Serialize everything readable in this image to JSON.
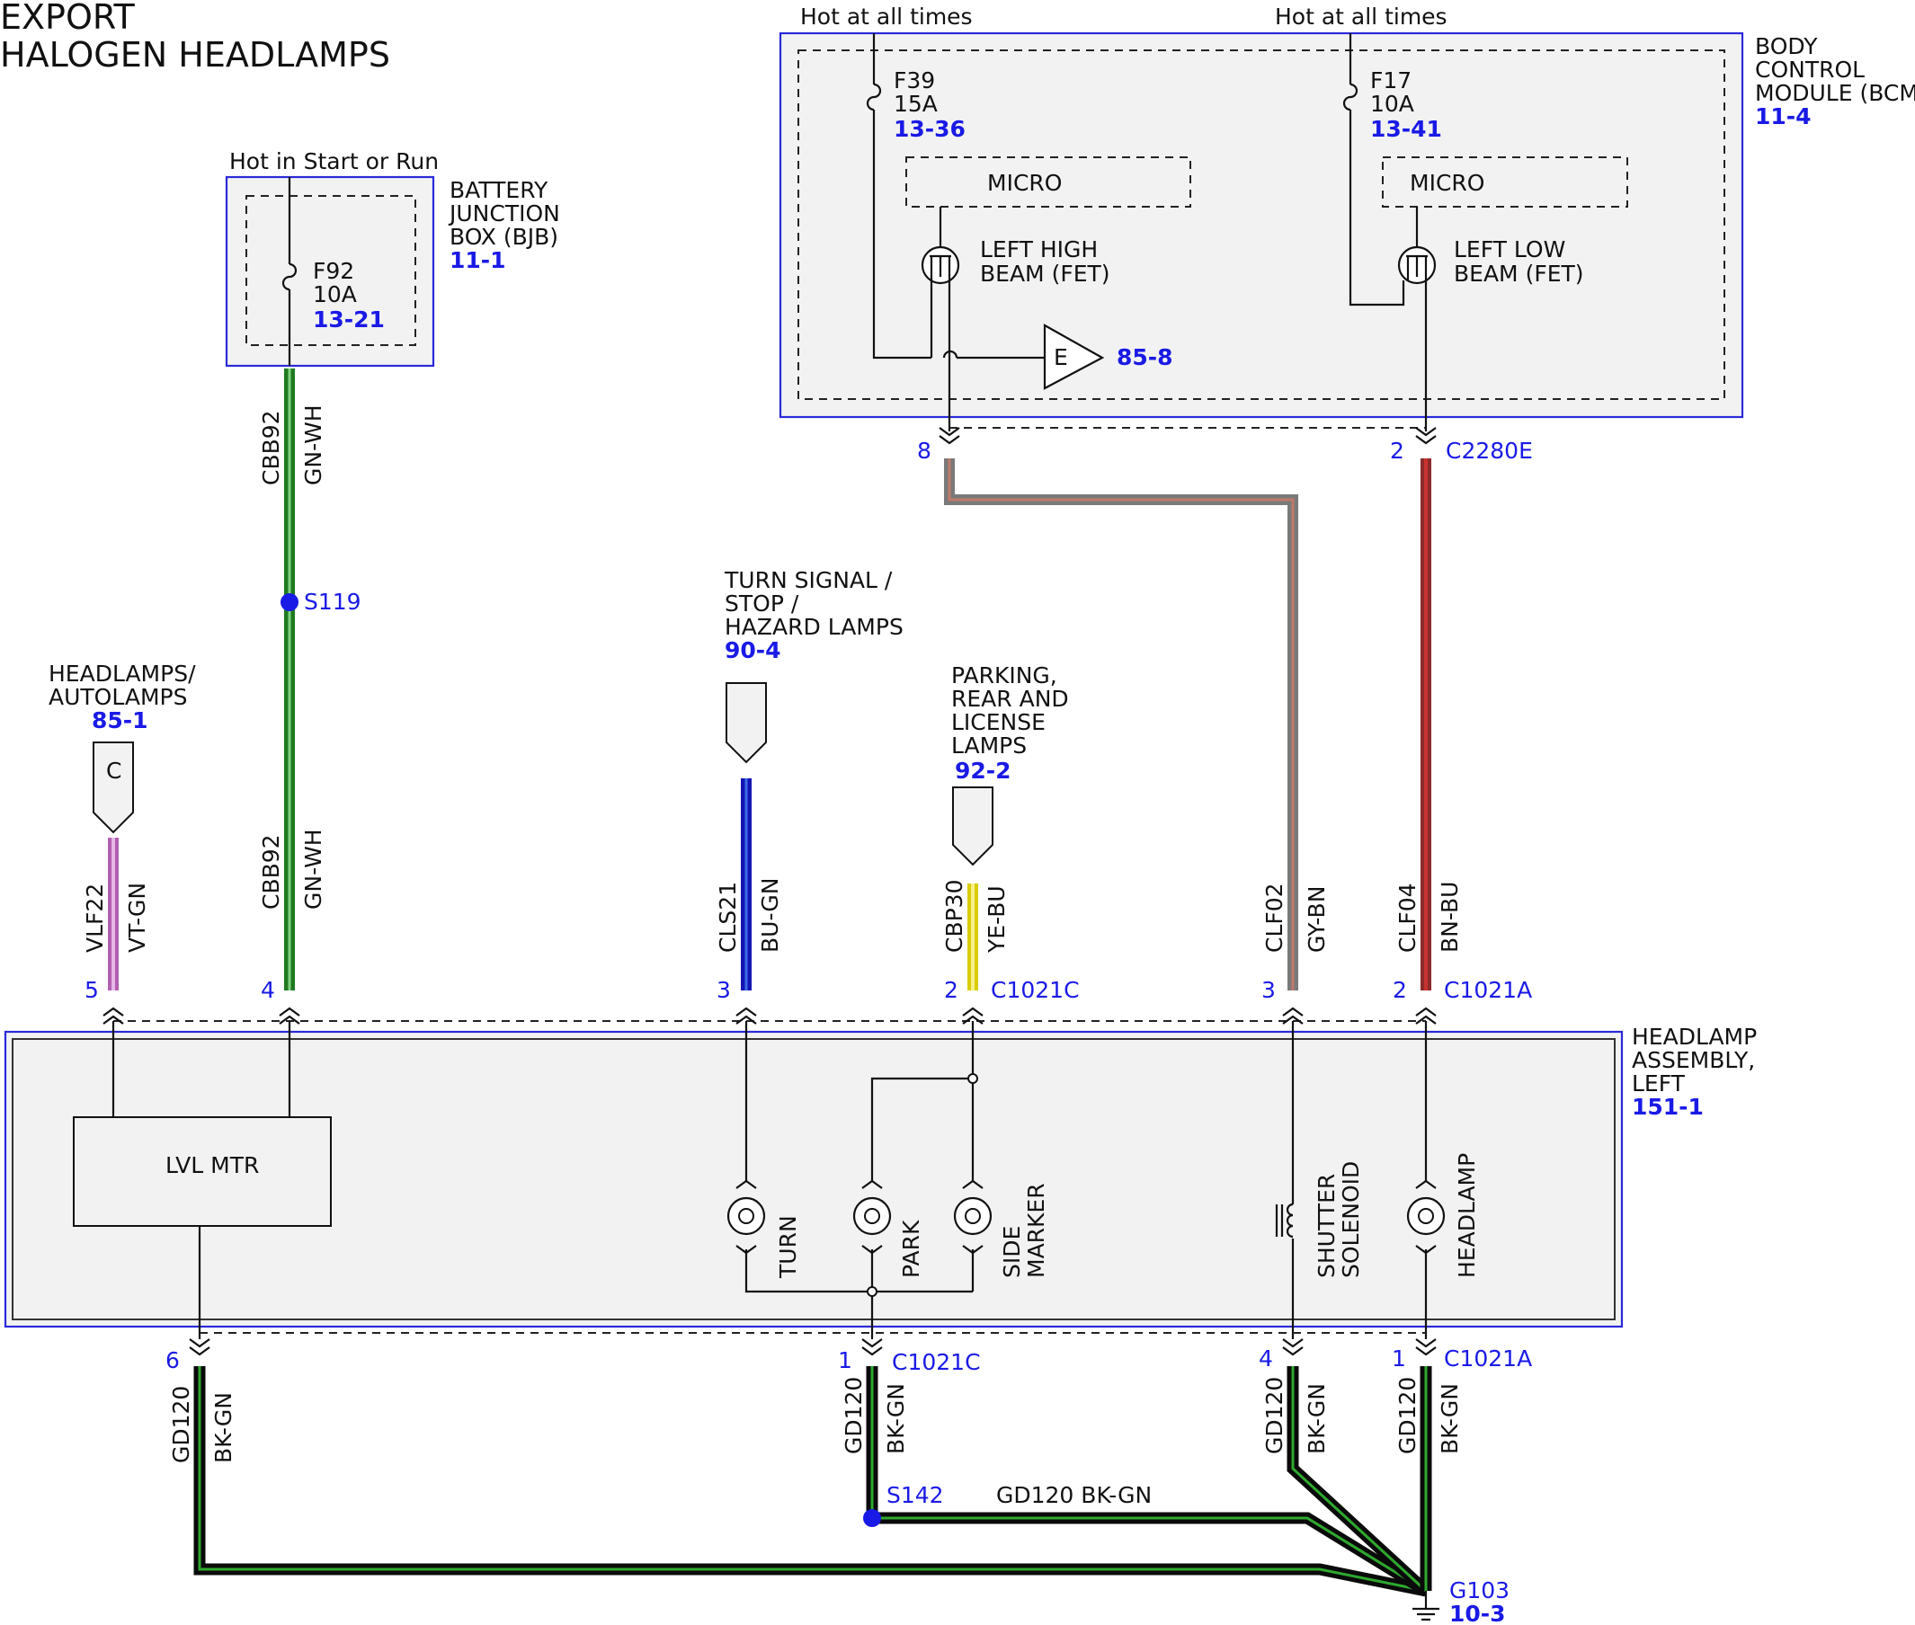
{
  "title": {
    "line1": "EXPORT",
    "line2": "HALOGEN HEADLAMPS"
  },
  "bjb": {
    "supply": "Hot in Start or Run",
    "name": [
      "BATTERY",
      "JUNCTION",
      "BOX (BJB)"
    ],
    "ref": "11-1",
    "fuse": {
      "id": "F92",
      "rating": "10A",
      "ref": "13-21"
    }
  },
  "bcm": {
    "name": [
      "BODY",
      "CONTROL",
      "MODULE (BCM)"
    ],
    "ref": "11-4",
    "supply_left": "Hot at all times",
    "supply_right": "Hot at all times",
    "fuse_left": {
      "id": "F39",
      "rating": "15A",
      "ref": "13-36"
    },
    "fuse_right": {
      "id": "F17",
      "rating": "10A",
      "ref": "13-41"
    },
    "micro_left": "MICRO",
    "micro_right": "MICRO",
    "fet_left": [
      "LEFT HIGH",
      "BEAM (FET)"
    ],
    "fet_right": [
      "LEFT LOW",
      "BEAM (FET)"
    ],
    "e_label": "E",
    "e_ref": "85-8",
    "pin_high": "8",
    "pin_low": "2",
    "connector": "C2280E"
  },
  "refs": {
    "headlamps": {
      "name": [
        "HEADLAMPS/",
        "AUTOLAMPS"
      ],
      "ref": "85-1",
      "label": "C"
    },
    "turn": {
      "name": [
        "TURN SIGNAL /",
        "STOP /",
        "HAZARD LAMPS"
      ],
      "ref": "90-4"
    },
    "parking": {
      "name": [
        "PARKING,",
        "REAR AND",
        "LICENSE",
        "LAMPS"
      ],
      "ref": "92-2"
    }
  },
  "splices": {
    "s119": "S119",
    "s142": "S142"
  },
  "wires": {
    "cbb92": {
      "circuit": "CBB92",
      "color": "GN-WH"
    },
    "vlf22": {
      "circuit": "VLF22",
      "color": "VT-GN"
    },
    "cls21": {
      "circuit": "CLS21",
      "color": "BU-GN"
    },
    "cbp30": {
      "circuit": "CBP30",
      "color": "YE-BU"
    },
    "clf02": {
      "circuit": "CLF02",
      "color": "GY-BN"
    },
    "clf04": {
      "circuit": "CLF04",
      "color": "BN-BU"
    },
    "gd120": {
      "circuit": "GD120",
      "color": "BK-GN"
    },
    "gd120_h": "GD120  BK-GN"
  },
  "top_pins": {
    "p5": "5",
    "p4": "4",
    "p3": "3",
    "p2": "2",
    "p3b": "3",
    "p2b": "2",
    "c1021c": "C1021C",
    "c1021a": "C1021A"
  },
  "bottom_pins": {
    "p6": "6",
    "p1": "1",
    "p4": "4",
    "p1b": "1",
    "c1021c": "C1021C",
    "c1021a": "C1021A"
  },
  "assembly": {
    "name": [
      "HEADLAMP",
      "ASSEMBLY,",
      "LEFT"
    ],
    "ref": "151-1",
    "lvl_mtr": "LVL MTR",
    "turn": "TURN",
    "park": "PARK",
    "side_marker": [
      "SIDE",
      "MARKER"
    ],
    "shutter": [
      "SHUTTER",
      "SOLENOID"
    ],
    "headlamp": "HEADLAMP"
  },
  "ground": {
    "id": "G103",
    "ref": "10-3"
  },
  "colors": {
    "green": "#2e8b2e",
    "black": "#111111",
    "blue": "#1a1ae6",
    "violet": "#c77fc7",
    "yellow": "#f2e600",
    "gray": "#8c8c8c",
    "brown": "#8b3a2a",
    "red": "#c83232"
  }
}
